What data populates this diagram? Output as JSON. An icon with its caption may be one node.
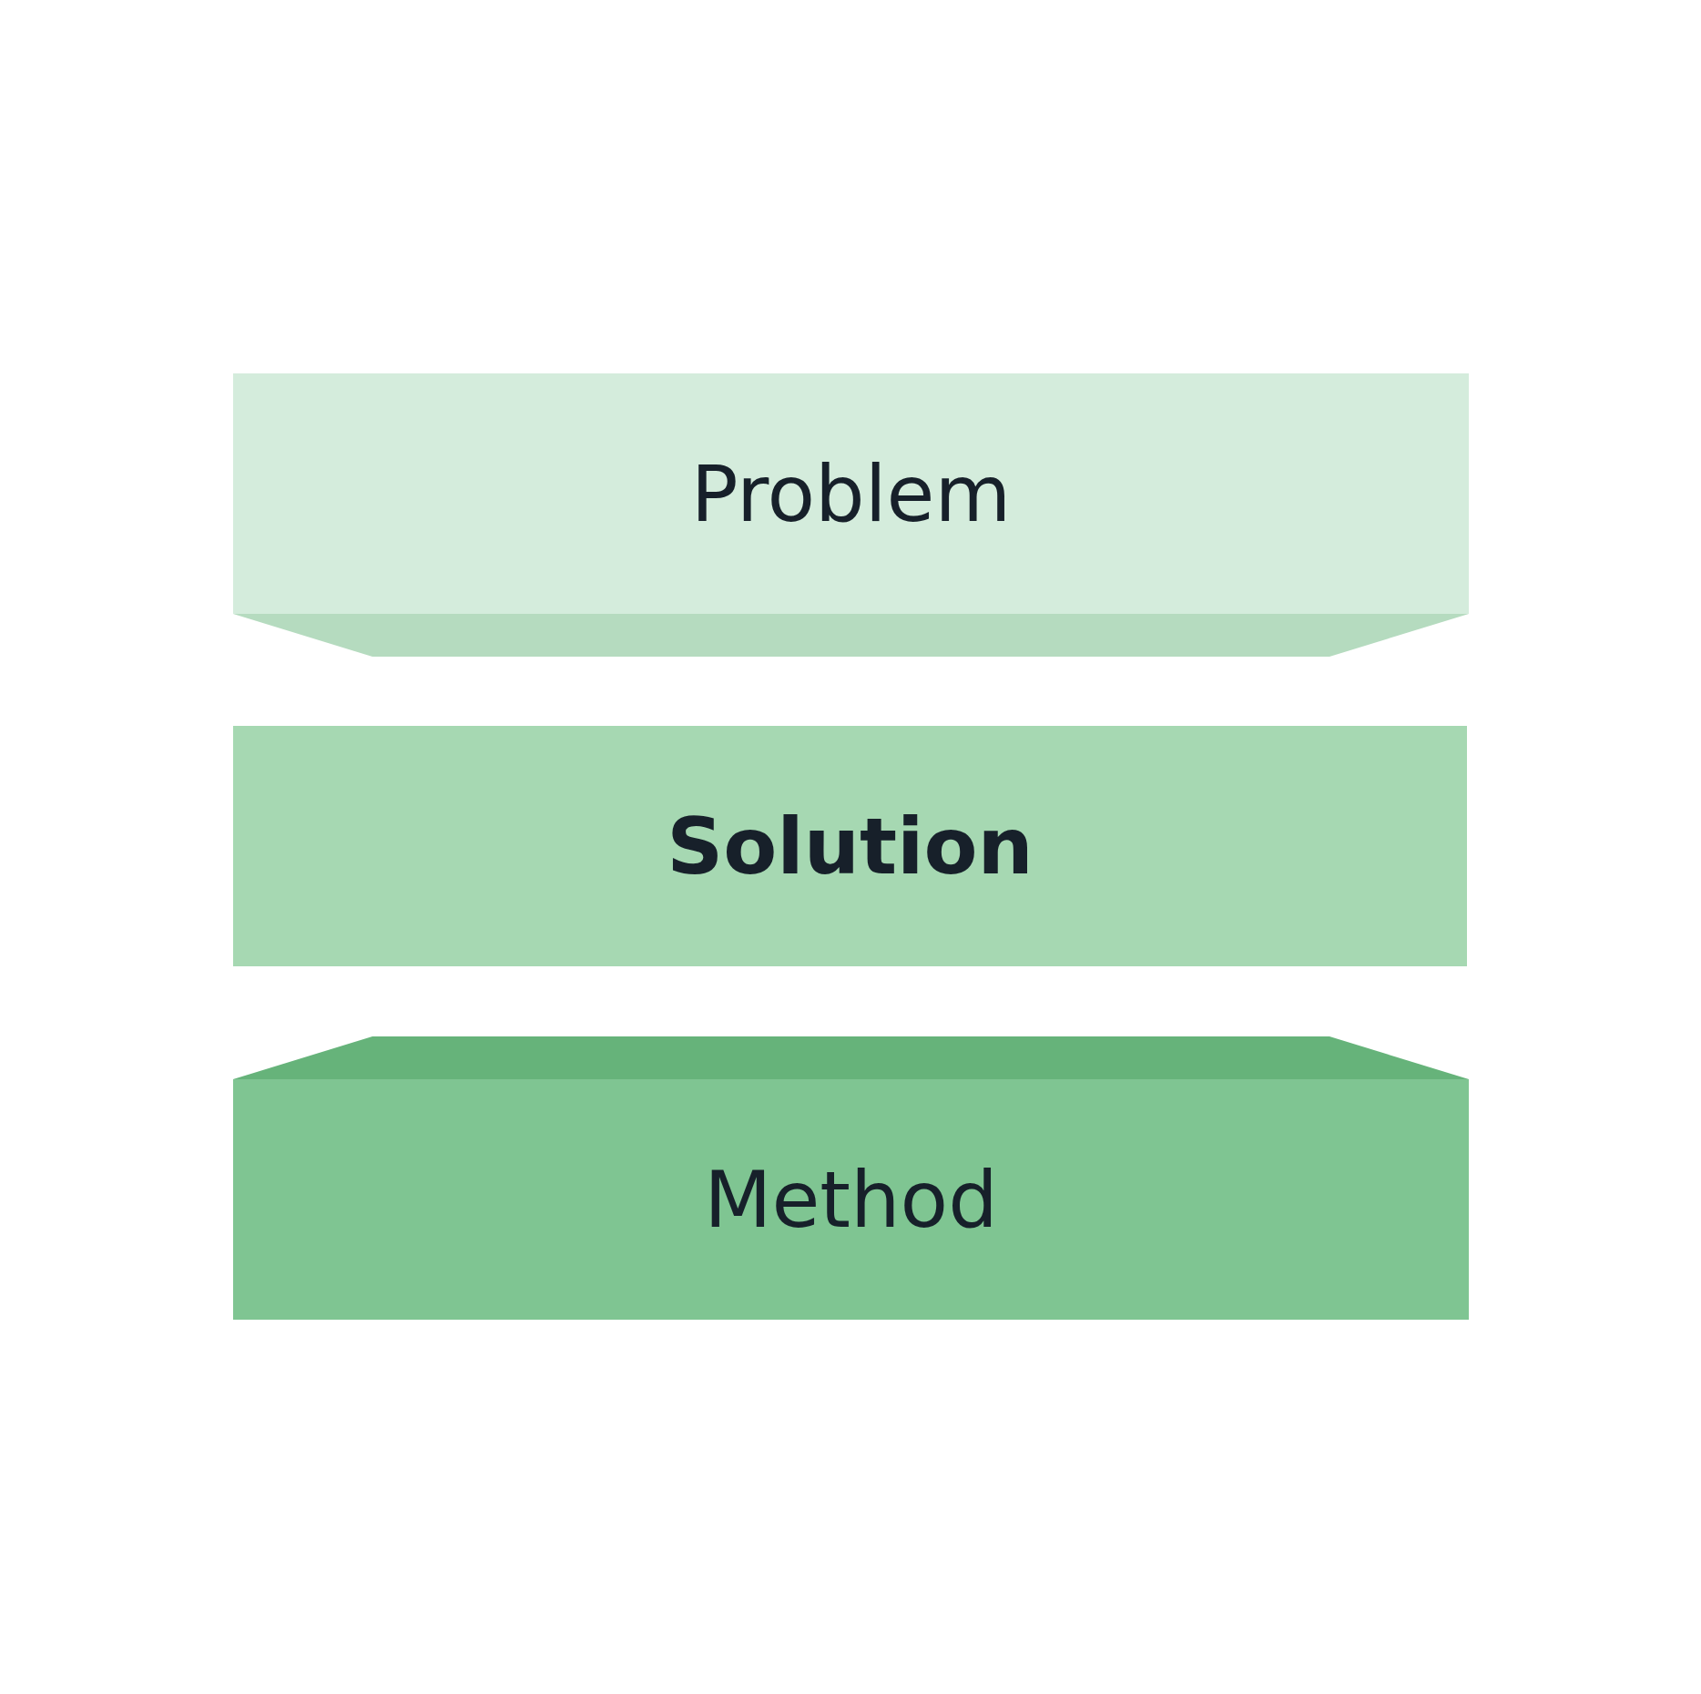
{
  "diagram": {
    "nodes": [
      {
        "text": [
          "Problem"
        ]
      },
      {
        "text": [
          "Solution"
        ]
      },
      {
        "text": [
          "Method"
        ]
      }
    ]
  }
}
